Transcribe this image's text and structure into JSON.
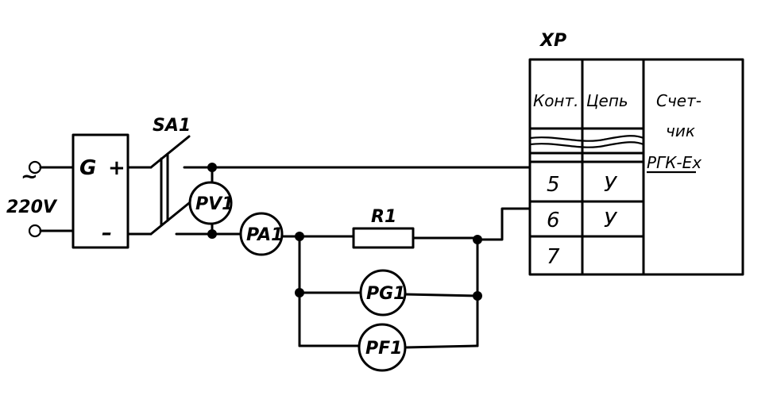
{
  "source": {
    "voltage": "220V",
    "symbol": "~",
    "generator": "G",
    "plus": "+",
    "minus": "–"
  },
  "switch": {
    "label": "SA1"
  },
  "meters": {
    "voltmeter": "PV1",
    "ammeter": "PA1",
    "meter_g": "PG1",
    "meter_f": "PF1"
  },
  "resistor": {
    "label": "R1"
  },
  "connector": {
    "label": "XP",
    "col_contact": "Конт.",
    "col_circuit": "Цепь",
    "device_line1": "Счет-",
    "device_line2": "чик",
    "device_line3": "РГК-Ех",
    "rows": [
      {
        "contact": "5",
        "circuit": "У"
      },
      {
        "contact": "6",
        "circuit": "У"
      },
      {
        "contact": "7",
        "circuit": ""
      }
    ]
  }
}
